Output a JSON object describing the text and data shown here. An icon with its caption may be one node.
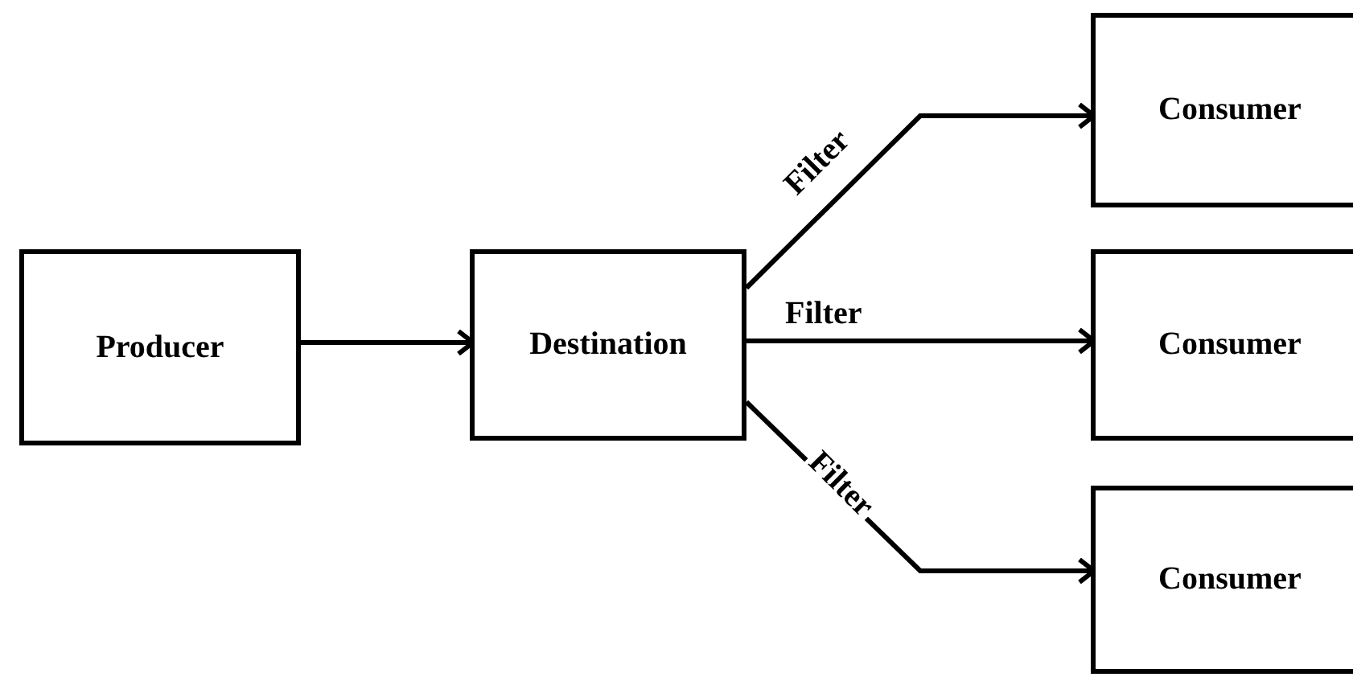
{
  "diagram": {
    "nodes": [
      {
        "text": [
          "Producer"
        ]
      },
      {
        "text": [
          "Destination"
        ]
      },
      {
        "text": [
          "Consumer"
        ]
      },
      {
        "text": [
          "Consumer"
        ]
      },
      {
        "text": [
          "Consumer"
        ]
      }
    ],
    "edges": [
      {
        "from": 0,
        "to": 1,
        "arrow": "to"
      },
      {
        "from": 1,
        "to": 2,
        "arrow": "to",
        "label": "Filter"
      },
      {
        "from": 1,
        "to": 3,
        "arrow": "to",
        "label": "Filter"
      },
      {
        "from": 1,
        "to": 4,
        "arrow": "to",
        "label": "Filter"
      }
    ]
  }
}
